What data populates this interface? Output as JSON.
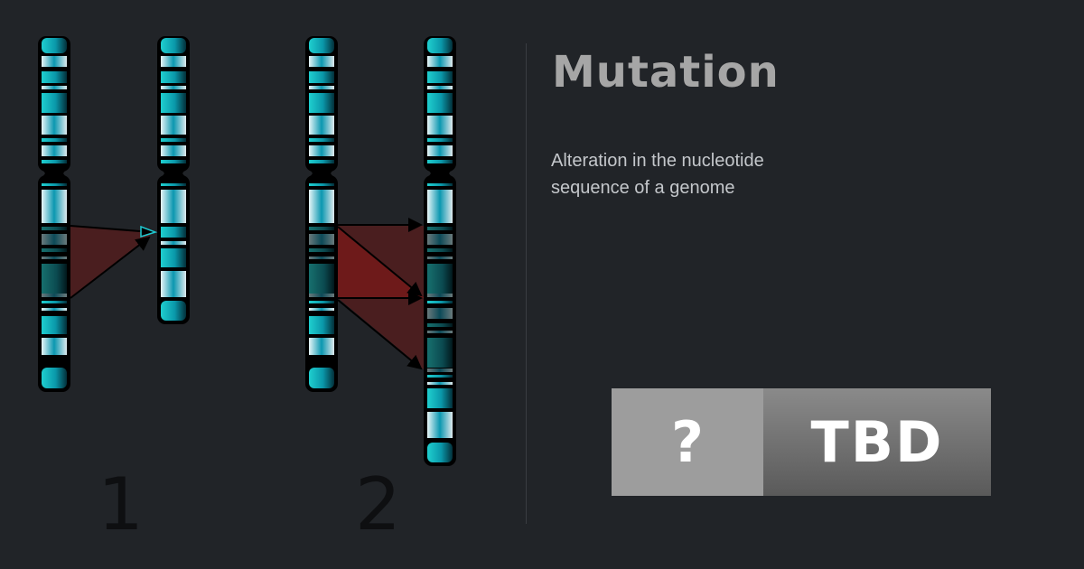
{
  "title": "Mutation",
  "description": "Alteration in the nucleotide sequence of a genome",
  "labels": {
    "first": "1",
    "second": "2"
  },
  "badge": {
    "left": "?",
    "right": "TBD"
  },
  "colors": {
    "background": "#212428",
    "teal": "#17b8c0",
    "insertion": "#6e1a1a"
  }
}
